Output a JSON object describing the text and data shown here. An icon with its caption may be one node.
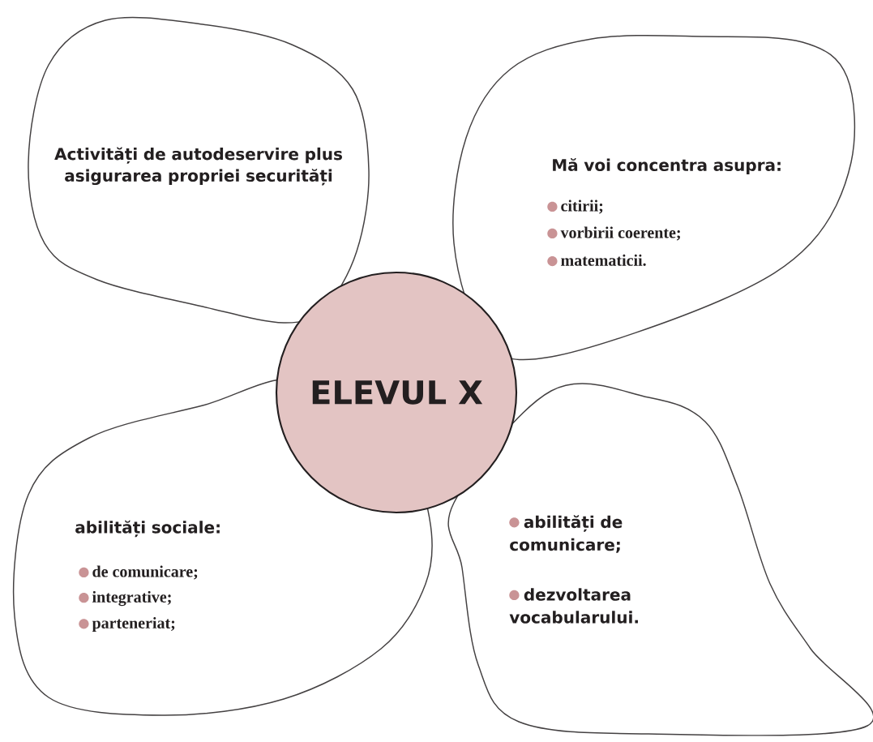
{
  "diagram": {
    "nodes": [
      {
        "text": [
          "Activități de autodeservire plus asigurarea propriei securități"
        ]
      },
      {
        "text": [
          "Mă voi concentra asupra:",
          "citirii;",
          "vorbirii coerente;",
          "matematicii."
        ]
      },
      {
        "text": [
          "ELEVUL X"
        ]
      },
      {
        "text": [
          "abilități sociale:",
          "de comunicare;",
          "integrative;",
          "parteneriat;"
        ]
      },
      {
        "text": [
          "abilități de comunicare;",
          "dezvoltarea vocabularului."
        ]
      }
    ]
  }
}
